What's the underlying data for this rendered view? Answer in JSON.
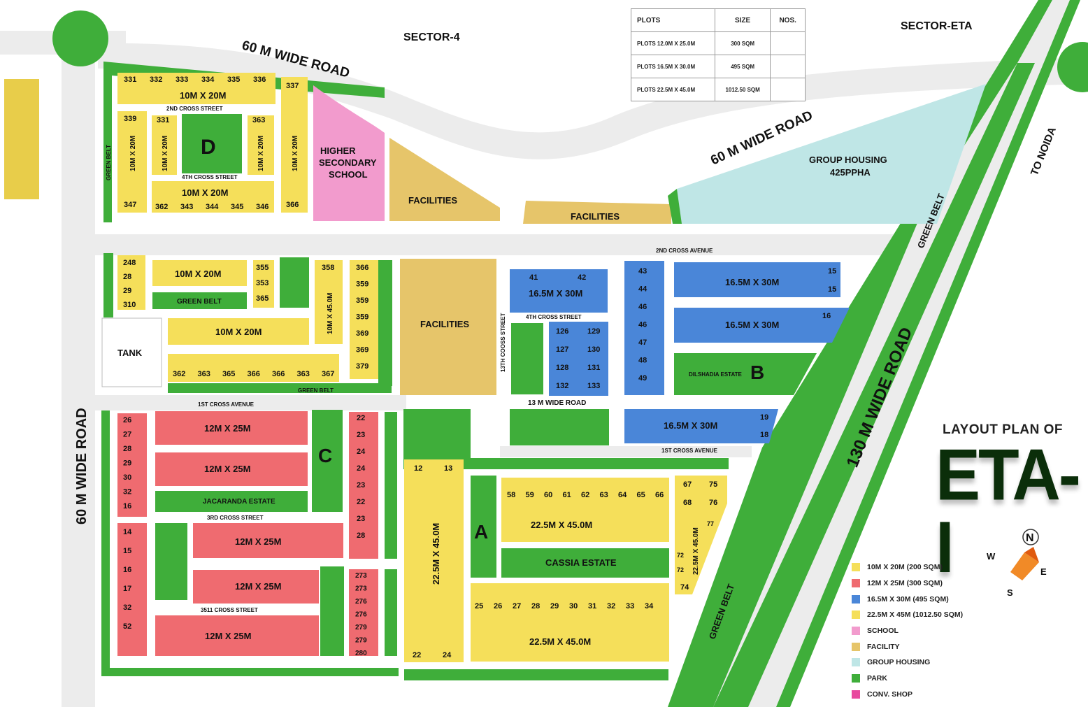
{
  "title": {
    "line1": "LAYOUT PLAN OF",
    "line2": "ETA-I"
  },
  "roads": {
    "top": "60 M WIDE ROAD",
    "mid": "60 M WIDE ROAD",
    "left": "60 M WIDE ROAD",
    "diag": "130 M WIDE ROAD",
    "thirteen": "13 M WIDE ROAD",
    "to_noida": "TO NOIDA"
  },
  "sectors": {
    "s4": "SECTOR-4",
    "eta": "SECTOR-ETA"
  },
  "streets": {
    "second_cross_street": "2ND CROSS STREET",
    "fourth_cross_street": "4TH CROSS STREET",
    "second_cross_avenue": "2ND CROSS AVENUE",
    "first_cross_avenue": "1ST CROSS AVENUE",
    "third_cross_street": "3RD CROSS STREET",
    "fifth_cross_street": "3511 CROSS STREET",
    "thirteenth_cross_street": "13TH COOSS STREET",
    "fourth_cross_street_b": "4TH CROSS STREET",
    "first_cross_avenue_b": "1ST CROSS AVENUE"
  },
  "areas": {
    "school": [
      "HIGHER",
      "SECONDARY",
      "SCHOOL"
    ],
    "facilities": "FACILITIES",
    "group_housing": [
      "GROUP HOUSING",
      "425PPHA"
    ],
    "green_belt": "GREEN BELT",
    "tank": "TANK",
    "jacaranda": "JACARANDA ESTATE",
    "cassia": "CASSIA ESTATE",
    "dilshadia": "DILSHADIA ESTATE"
  },
  "blocks": {
    "a": "A",
    "b": "B",
    "c": "C",
    "d": "D"
  },
  "plot_sizes": {
    "p10": "10M X 20M",
    "p12": "12M X 25M",
    "p16": "16.5M X 30M",
    "p22": "22.5M X 45.0M",
    "p10v": "10M X 45.0M"
  },
  "plot_numbers": {
    "d_top": [
      "331",
      "332",
      "333",
      "334",
      "335",
      "336"
    ],
    "d_bottom": [
      "362",
      "343",
      "344",
      "345",
      "346"
    ],
    "d_misc": {
      "n337": "337",
      "n339": "339",
      "n331": "331",
      "n363": "363",
      "n347": "347",
      "n366": "366"
    },
    "mid_left": [
      "248",
      "28",
      "29",
      "310"
    ],
    "mid_355": [
      "355",
      "353",
      "365"
    ],
    "mid_row": [
      "362",
      "363",
      "365",
      "366",
      "366",
      "363",
      "367"
    ],
    "mid_col1": [
      "358"
    ],
    "mid_col2": [
      "366",
      "359",
      "359",
      "359",
      "369",
      "369",
      "379"
    ],
    "blue_top": {
      "a": "41",
      "b": "42"
    },
    "blue_grid": [
      "126",
      "129",
      "127",
      "130",
      "128",
      "131",
      "132",
      "133"
    ],
    "blue_col": [
      "43",
      "44",
      "46",
      "46",
      "47",
      "48",
      "49"
    ],
    "blue_right": {
      "a": "15",
      "b": "15",
      "c": "16",
      "d": "19",
      "e": "18"
    },
    "red_left_col": [
      "26",
      "27",
      "28",
      "29",
      "30",
      "32",
      "16"
    ],
    "red_left_col2": [
      "14",
      "15",
      "16",
      "17",
      "32",
      "52"
    ],
    "red_mid_col": [
      "22",
      "23",
      "24",
      "24",
      "23",
      "22",
      "23",
      "28"
    ],
    "red_mid_col2": [
      "273",
      "273",
      "276",
      "276",
      "279",
      "279",
      "280"
    ],
    "a_col": {
      "a": "12",
      "b": "13",
      "c": "22",
      "d": "24"
    },
    "a_top": [
      "58",
      "59",
      "60",
      "61",
      "62",
      "63",
      "64",
      "65",
      "66"
    ],
    "a_bottom": [
      "25",
      "26",
      "27",
      "28",
      "29",
      "30",
      "31",
      "32",
      "33",
      "34"
    ],
    "a_right": {
      "a": "67",
      "b": "75",
      "c": "68",
      "d": "76",
      "e": "77",
      "f": "72",
      "g": "72",
      "h": "74"
    }
  },
  "summary_table": {
    "headers": [
      "PLOTS",
      "SIZE",
      "NOS."
    ],
    "rows": [
      {
        "plots": "PLOTS 12.0M X 25.0M",
        "size": "300 SQM",
        "nos": ""
      },
      {
        "plots": "PLOTS 16.5M X 30.0M",
        "size": "495 SQM",
        "nos": ""
      },
      {
        "plots": "PLOTS 22.5M X 45.0M",
        "size": "1012.50 SQM",
        "nos": ""
      }
    ]
  },
  "legend": [
    {
      "label": "10M X 20M (200 SQM)",
      "color": "#f5df5a"
    },
    {
      "label": "12M X 25M (300 SQM)",
      "color": "#ef6b70"
    },
    {
      "label": "16.5M X 30M (495 SQM)",
      "color": "#4a86d8"
    },
    {
      "label": "22.5M X 45M (1012.50 SQM)",
      "color": "#f5df5a"
    },
    {
      "label": "SCHOOL",
      "color": "#f29bcd"
    },
    {
      "label": "FACILITY",
      "color": "#e6c56a"
    },
    {
      "label": "GROUP HOUSING",
      "color": "#bfe6e6"
    },
    {
      "label": "PARK",
      "color": "#3fae3a"
    },
    {
      "label": "CONV. SHOP",
      "color": "#e8499e"
    }
  ],
  "compass": {
    "n": "N",
    "e": "E",
    "s": "S",
    "w": "W"
  },
  "colors": {
    "green": "#3fae3a",
    "yellow": "#f5df5a",
    "red": "#ef6b70",
    "blue": "#4a86d8",
    "facility": "#e6c56a",
    "school": "#f29bcd",
    "group_housing": "#bfe6e6",
    "road": "#ededed"
  }
}
